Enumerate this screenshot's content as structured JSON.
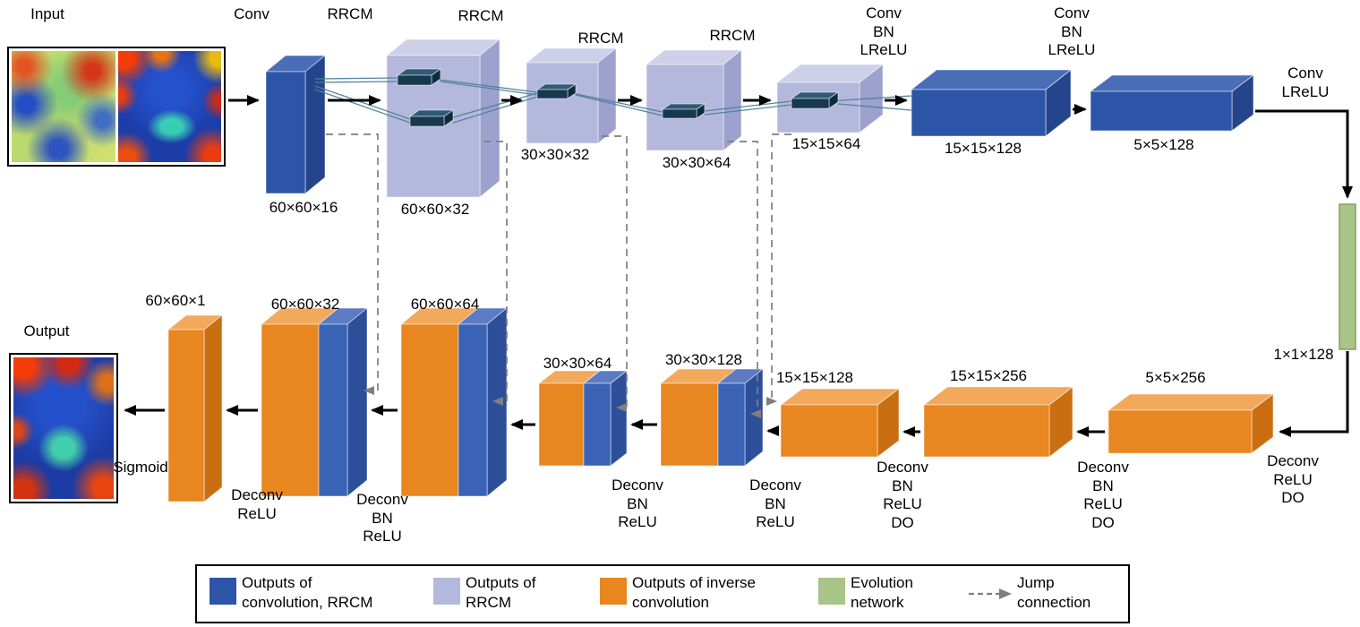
{
  "diagram": {
    "io": {
      "input_label": "Input",
      "output_label": "Output"
    },
    "encoder": {
      "ops": [
        "Conv",
        "RRCM",
        "RRCM",
        "RRCM",
        "RRCM",
        "Conv\nBN\nLReLU",
        "Conv\nBN\nLReLU",
        "Conv\nLReLU"
      ],
      "dims": [
        "60×60×16",
        "60×60×32",
        "30×30×32",
        "30×30×64",
        "15×15×64",
        "15×15×128",
        "5×5×128"
      ]
    },
    "bottleneck": {
      "dim": "1×1×128"
    },
    "decoder": {
      "ops": [
        "Deconv\nReLU\nDO",
        "Deconv\nBN\nReLU\nDO",
        "Deconv\nBN\nReLU\nDO",
        "Deconv\nBN\nReLU",
        "Deconv\nBN\nReLU",
        "Deconv\nBN\nReLU",
        "Deconv\nReLU",
        "Sigmoid"
      ],
      "dims": [
        "5×5×256",
        "15×15×256",
        "15×15×128",
        "30×30×128",
        "30×30×64",
        "60×60×64",
        "60×60×32",
        "60×60×1"
      ]
    },
    "legend": {
      "items": [
        {
          "label": "Outputs of\nconvolution, RRCM",
          "swatch": "blue"
        },
        {
          "label": "Outputs of\nRRCM",
          "swatch": "lavender"
        },
        {
          "label": "Outputs of inverse\nconvolution",
          "swatch": "orange"
        },
        {
          "label": "Evolution\nnetwork",
          "swatch": "green"
        },
        {
          "label": "Jump\nconnection",
          "icon": "jump-arrow-icon"
        }
      ]
    },
    "colors": {
      "conv_blue": "#2d55a7",
      "conv_blue_top": "#4a6db8",
      "conv_blue_side": "#24458c",
      "rrcm_lavender": "#b4b8dc",
      "rrcm_lavender_top": "#cdd0e8",
      "rrcm_lavender_side": "#9ca1cd",
      "deconv_orange": "#e8861f",
      "deconv_orange_top": "#f2a95b",
      "deconv_orange_side": "#c96f12",
      "skip_blue": "#3a62b5",
      "skip_blue_top": "#5b7cc4",
      "skip_blue_side": "#2d4f9a",
      "evolution_green": "#a9c487",
      "evolution_green_border": "#86a063",
      "mini_dark": "#17384f",
      "mini_dark_top": "#2e5a75",
      "mini_dark_side": "#0f2a3d",
      "fan_line": "#4f7f9c",
      "jump_gray": "#7f7f7f",
      "arrow_black": "#000000"
    }
  }
}
